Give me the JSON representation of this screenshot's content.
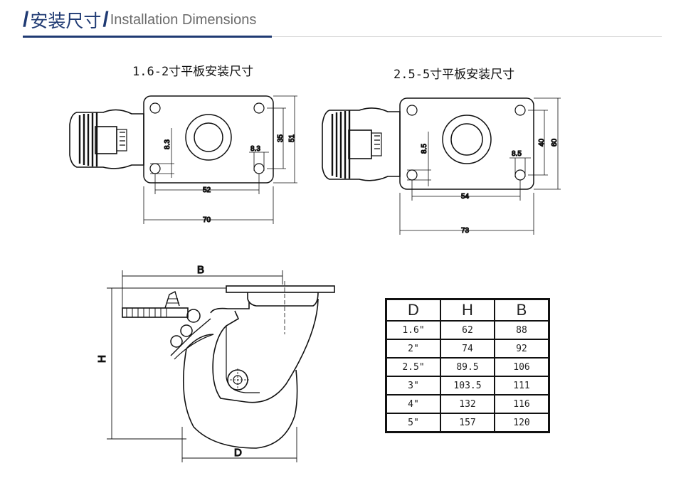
{
  "header": {
    "title_cn": "安装尺寸",
    "title_en": "Installation Dimensions",
    "accent_color": "#1f3a73"
  },
  "drawing1": {
    "title": "1.6-2寸平板安装尺寸",
    "dims": {
      "hole_w": "52",
      "plate_w": "70",
      "hole_h": "35",
      "plate_h": "51",
      "hole_d1": "8.3",
      "hole_d2": "8.3"
    }
  },
  "drawing2": {
    "title": "2.5-5寸平板安装尺寸",
    "dims": {
      "hole_w": "54",
      "plate_w": "73",
      "hole_h": "40",
      "plate_h": "60",
      "hole_d1": "8.5",
      "hole_d2": "8.5"
    }
  },
  "side_view": {
    "label_b": "B",
    "label_h": "H",
    "label_d": "D"
  },
  "spec_table": {
    "headers": [
      "D",
      "H",
      "B"
    ],
    "rows": [
      [
        "1.6\"",
        "62",
        "88"
      ],
      [
        "2\"",
        "74",
        "92"
      ],
      [
        "2.5\"",
        "89.5",
        "106"
      ],
      [
        "3\"",
        "103.5",
        "111"
      ],
      [
        "4\"",
        "132",
        "116"
      ],
      [
        "5\"",
        "157",
        "120"
      ]
    ]
  }
}
